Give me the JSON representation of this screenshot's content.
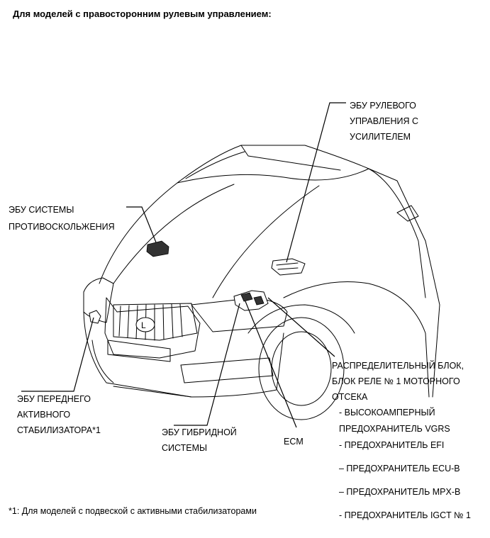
{
  "heading": "Для моделей с правосторонним рулевым управлением:",
  "labels": {
    "eps_ecu": [
      "ЭБУ РУЛЕВОГО",
      "УПРАВЛЕНИЯ С",
      "УСИЛИТЕЛЕМ"
    ],
    "skid_ecu": [
      "ЭБУ СИСТЕМЫ",
      "ПРОТИВОСКОЛЬЖЕНИЯ"
    ],
    "stabilizer_ecu": [
      "ЭБУ ПЕРЕДНЕГО",
      "АКТИВНОГО",
      "СТАБИЛИЗАТОРА*1"
    ],
    "hybrid_ecu": [
      "ЭБУ ГИБРИДНОЙ",
      "СИСТЕМЫ"
    ],
    "ecm": "ECM",
    "relay_block": [
      "РАСПРЕДЕЛИТЕЛЬНЫЙ БЛОК,",
      "БЛОК РЕЛЕ № 1 МОТОРНОГО",
      "ОТСЕКА"
    ],
    "fuses": [
      "- ВЫСОКОАМПЕРНЫЙ",
      "ПРЕДОХРАНИТЕЛЬ VGRS",
      "- ПРЕДОХРАНИТЕЛЬ EFI",
      "– ПРЕДОХРАНИТЕЛЬ ECU-B",
      "– ПРЕДОХРАНИТЕЛЬ MPX-B",
      "- ПРЕДОХРАНИТЕЛЬ IGCT № 1"
    ]
  },
  "footnote": "*1: Для моделей с подвеской с активными стабилизаторами"
}
